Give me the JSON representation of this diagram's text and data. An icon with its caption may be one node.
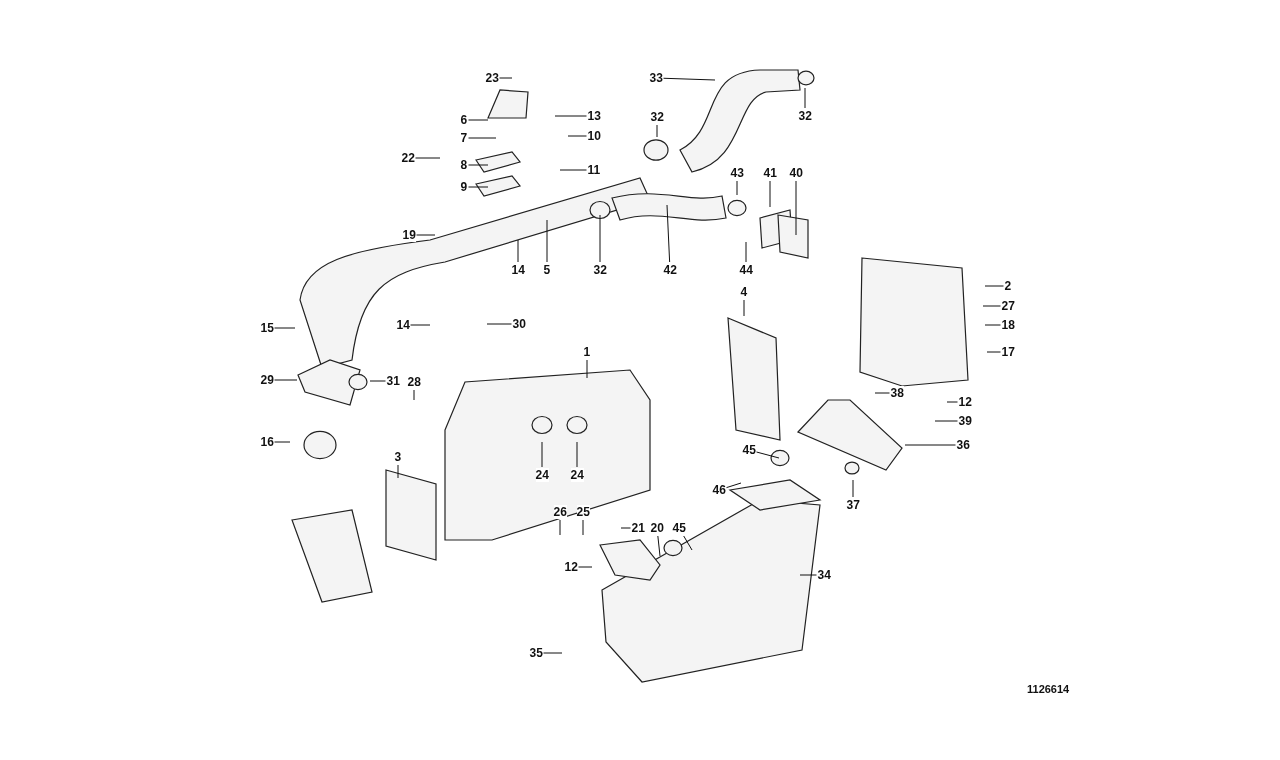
{
  "diagram": {
    "nodes": [
      {
        "text": [
          "23"
        ]
      },
      {
        "text": [
          "6"
        ]
      },
      {
        "text": [
          "7"
        ]
      },
      {
        "text": [
          "8"
        ]
      },
      {
        "text": [
          "9"
        ]
      },
      {
        "text": [
          "22"
        ]
      },
      {
        "text": [
          "13"
        ]
      },
      {
        "text": [
          "10"
        ]
      },
      {
        "text": [
          "11"
        ]
      },
      {
        "text": [
          "19"
        ]
      },
      {
        "text": [
          "14"
        ]
      },
      {
        "text": [
          "5"
        ]
      },
      {
        "text": [
          "33"
        ]
      },
      {
        "text": [
          "32"
        ]
      },
      {
        "text": [
          "32"
        ]
      },
      {
        "text": [
          "32"
        ]
      },
      {
        "text": [
          "43"
        ]
      },
      {
        "text": [
          "41"
        ]
      },
      {
        "text": [
          "40"
        ]
      },
      {
        "text": [
          "42"
        ]
      },
      {
        "text": [
          "44"
        ]
      },
      {
        "text": [
          "2"
        ]
      },
      {
        "text": [
          "27"
        ]
      },
      {
        "text": [
          "18"
        ]
      },
      {
        "text": [
          "17"
        ]
      },
      {
        "text": [
          "12"
        ]
      },
      {
        "text": [
          "38"
        ]
      },
      {
        "text": [
          "39"
        ]
      },
      {
        "text": [
          "36"
        ]
      },
      {
        "text": [
          "37"
        ]
      },
      {
        "text": [
          "4"
        ]
      },
      {
        "text": [
          "15"
        ]
      },
      {
        "text": [
          "14"
        ]
      },
      {
        "text": [
          "30"
        ]
      },
      {
        "text": [
          "29"
        ]
      },
      {
        "text": [
          "31"
        ]
      },
      {
        "text": [
          "1"
        ]
      },
      {
        "text": [
          "28"
        ]
      },
      {
        "text": [
          "16"
        ]
      },
      {
        "text": [
          "3"
        ]
      },
      {
        "text": [
          "24"
        ]
      },
      {
        "text": [
          "24"
        ]
      },
      {
        "text": [
          "45"
        ]
      },
      {
        "text": [
          "46"
        ]
      },
      {
        "text": [
          "26"
        ]
      },
      {
        "text": [
          "25"
        ]
      },
      {
        "text": [
          "21"
        ]
      },
      {
        "text": [
          "20"
        ]
      },
      {
        "text": [
          "45"
        ]
      },
      {
        "text": [
          "12"
        ]
      },
      {
        "text": [
          "34"
        ]
      },
      {
        "text": [
          "35"
        ]
      }
    ],
    "edges": [
      {
        "from": 0,
        "to": null,
        "arrow": "none"
      },
      {
        "from": 1,
        "to": null,
        "arrow": "none"
      },
      {
        "from": 2,
        "to": null,
        "arrow": "none"
      },
      {
        "from": 3,
        "to": null,
        "arrow": "none"
      },
      {
        "from": 4,
        "to": null,
        "arrow": "none"
      },
      {
        "from": 5,
        "to": null,
        "arrow": "none"
      },
      {
        "from": 6,
        "to": null,
        "arrow": "none"
      },
      {
        "from": 7,
        "to": null,
        "arrow": "none"
      },
      {
        "from": 8,
        "to": null,
        "arrow": "none"
      },
      {
        "from": 9,
        "to": null,
        "arrow": "none"
      },
      {
        "from": 10,
        "to": null,
        "arrow": "none"
      },
      {
        "from": 11,
        "to": null,
        "arrow": "none"
      },
      {
        "from": 12,
        "to": null,
        "arrow": "none"
      },
      {
        "from": 13,
        "to": null,
        "arrow": "none"
      },
      {
        "from": 14,
        "to": null,
        "arrow": "none"
      },
      {
        "from": 15,
        "to": null,
        "arrow": "none"
      },
      {
        "from": 16,
        "to": null,
        "arrow": "none"
      },
      {
        "from": 17,
        "to": null,
        "arrow": "none"
      },
      {
        "from": 18,
        "to": null,
        "arrow": "none"
      },
      {
        "from": 19,
        "to": null,
        "arrow": "none"
      },
      {
        "from": 20,
        "to": null,
        "arrow": "none"
      },
      {
        "from": 21,
        "to": null,
        "arrow": "none"
      },
      {
        "from": 22,
        "to": null,
        "arrow": "none"
      },
      {
        "from": 23,
        "to": null,
        "arrow": "none"
      },
      {
        "from": 24,
        "to": null,
        "arrow": "none"
      },
      {
        "from": 25,
        "to": null,
        "arrow": "none"
      },
      {
        "from": 26,
        "to": null,
        "arrow": "none"
      },
      {
        "from": 27,
        "to": null,
        "arrow": "none"
      },
      {
        "from": 28,
        "to": null,
        "arrow": "none"
      },
      {
        "from": 29,
        "to": null,
        "arrow": "none"
      },
      {
        "from": 30,
        "to": null,
        "arrow": "none"
      },
      {
        "from": 31,
        "to": null,
        "arrow": "none"
      },
      {
        "from": 32,
        "to": null,
        "arrow": "none"
      },
      {
        "from": 33,
        "to": null,
        "arrow": "none"
      },
      {
        "from": 34,
        "to": null,
        "arrow": "none"
      },
      {
        "from": 35,
        "to": null,
        "arrow": "none"
      },
      {
        "from": 36,
        "to": null,
        "arrow": "none"
      },
      {
        "from": 37,
        "to": null,
        "arrow": "none"
      },
      {
        "from": 38,
        "to": null,
        "arrow": "none"
      },
      {
        "from": 39,
        "to": null,
        "arrow": "none"
      },
      {
        "from": 40,
        "to": null,
        "arrow": "none"
      },
      {
        "from": 41,
        "to": null,
        "arrow": "none"
      },
      {
        "from": 42,
        "to": null,
        "arrow": "none"
      },
      {
        "from": 43,
        "to": null,
        "arrow": "none"
      },
      {
        "from": 44,
        "to": null,
        "arrow": "none"
      },
      {
        "from": 45,
        "to": null,
        "arrow": "none"
      },
      {
        "from": 46,
        "to": null,
        "arrow": "none"
      },
      {
        "from": 47,
        "to": null,
        "arrow": "none"
      },
      {
        "from": 48,
        "to": null,
        "arrow": "none"
      },
      {
        "from": 49,
        "to": null,
        "arrow": "none"
      },
      {
        "from": 50,
        "to": null,
        "arrow": "none"
      },
      {
        "from": 51,
        "to": null,
        "arrow": "none"
      }
    ],
    "labels": [
      "1126614"
    ]
  }
}
